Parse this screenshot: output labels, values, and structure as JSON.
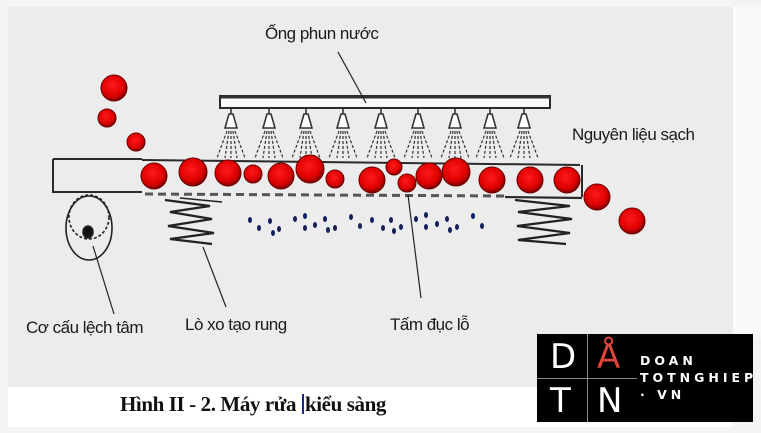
{
  "diagram": {
    "labels": {
      "spray_pipe": "Ống phun nước",
      "clean_material": "Nguyên liệu sạch",
      "eccentric": "Cơ cấu lệch tâm",
      "spring": "Lò xo tạo rung",
      "perforated_plate": "Tấm đục lỗ"
    },
    "nozzle_count": 9,
    "colors": {
      "material_ball": "#e00000",
      "ball_outline": "#6a0000",
      "water_drop": "#14205a",
      "line": "#2a2a2a",
      "panel_bg": "#ececec"
    }
  },
  "caption": {
    "before_caret": "Hình II - 2. Máy rửa ",
    "after_caret": "kiểu sàng"
  },
  "watermark": {
    "letters": [
      "D",
      "Å",
      "T",
      "N"
    ],
    "line1": "DOAN",
    "line2": "TOTNGHIEP",
    "line3": "· VN",
    "accent_color": "#e0453a"
  }
}
